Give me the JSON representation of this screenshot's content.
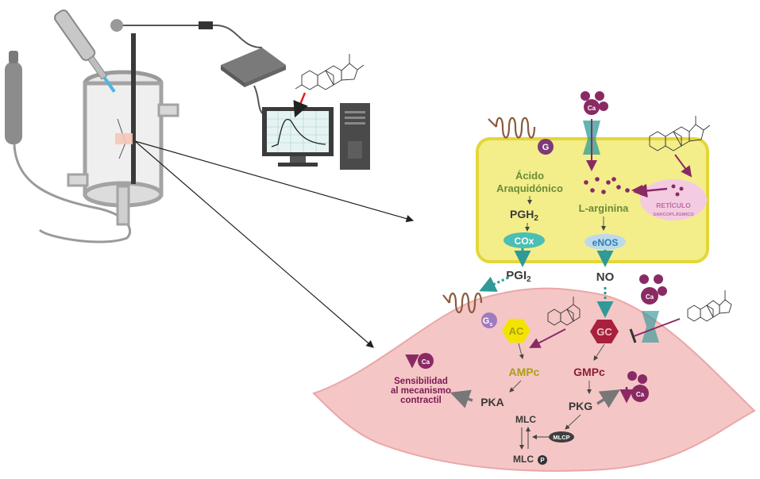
{
  "cell_endothelial": {
    "g_protein": "G",
    "acido": "Ácido",
    "araquidonico": "Araquidónico",
    "pgh2": "PGH",
    "pgh2_sub": "2",
    "cox": "COx",
    "larginina": "L-arginina",
    "enos": "eNOS",
    "reticulo": "RETÍCULO",
    "sarcoplasmico": "SARCOPLÁSMICO",
    "ca": "Ca"
  },
  "mediators": {
    "pgi2": "PGI",
    "pgi2_sub": "2",
    "no": "NO"
  },
  "cell_muscle": {
    "gs": "G",
    "gs_sub": "s",
    "ac": "AC",
    "gc": "GC",
    "ampc": "AMPc",
    "gmpc": "GMPc",
    "pka": "PKA",
    "pkg": "PKG",
    "mlc": "MLC",
    "mlcp": "MLCP",
    "mlcp_p": "P",
    "sens1": "Sensibilidad",
    "sens2": "al mecanismo",
    "sens3": "contractil",
    "ca": "Ca"
  },
  "colors": {
    "endothelial_fill": "#f3ee8a",
    "endothelial_border": "#e4d63a",
    "muscle_fill": "#f5c6c6",
    "purple": "#7b1a55",
    "teal": "#2f9a97",
    "gray": "#888888"
  }
}
